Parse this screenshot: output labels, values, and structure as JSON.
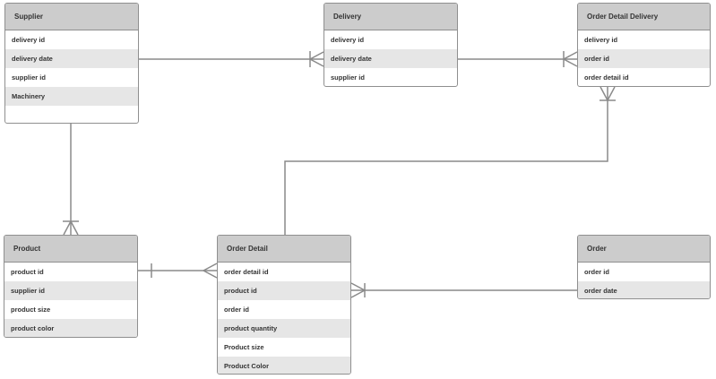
{
  "entities": {
    "supplier": {
      "title": "Supplier",
      "fields": [
        "delivery id",
        "delivery date",
        "supplier id",
        "Machinery"
      ]
    },
    "delivery": {
      "title": "Delivery",
      "fields": [
        "delivery id",
        "delivery date",
        "supplier id"
      ]
    },
    "order_detail_delivery": {
      "title": "Order Detail Delivery",
      "fields": [
        "delivery id",
        "order id",
        "order detail id"
      ]
    },
    "product": {
      "title": "Product",
      "fields": [
        "product id",
        "supplier id",
        "product size",
        "product color"
      ]
    },
    "order_detail": {
      "title": "Order Detail",
      "fields": [
        "order detail id",
        "product id",
        "order id",
        "product quantity",
        "Product size",
        "Product Color"
      ]
    },
    "order": {
      "title": "Order",
      "fields": [
        "order id",
        "order date"
      ]
    }
  },
  "relationships": [
    {
      "from": "Supplier",
      "to": "Delivery",
      "to_end": "one-or-many"
    },
    {
      "from": "Delivery",
      "to": "Order Detail Delivery",
      "to_end": "one-or-many"
    },
    {
      "from": "Supplier",
      "to": "Product",
      "to_end": "one-or-many"
    },
    {
      "from": "Product",
      "from_end": "one",
      "to": "Order Detail",
      "to_end": "many"
    },
    {
      "from": "Order Detail",
      "to": "Order Detail Delivery",
      "to_end": "one-or-many"
    },
    {
      "from": "Order",
      "to": "Order Detail",
      "to_end": "one-or-many"
    }
  ],
  "colors": {
    "header_bg": "#cccccc",
    "stripe_bg": "#e6e6e6",
    "border": "#8f8f8f",
    "connector": "#8a8a8a",
    "text": "#333333"
  }
}
